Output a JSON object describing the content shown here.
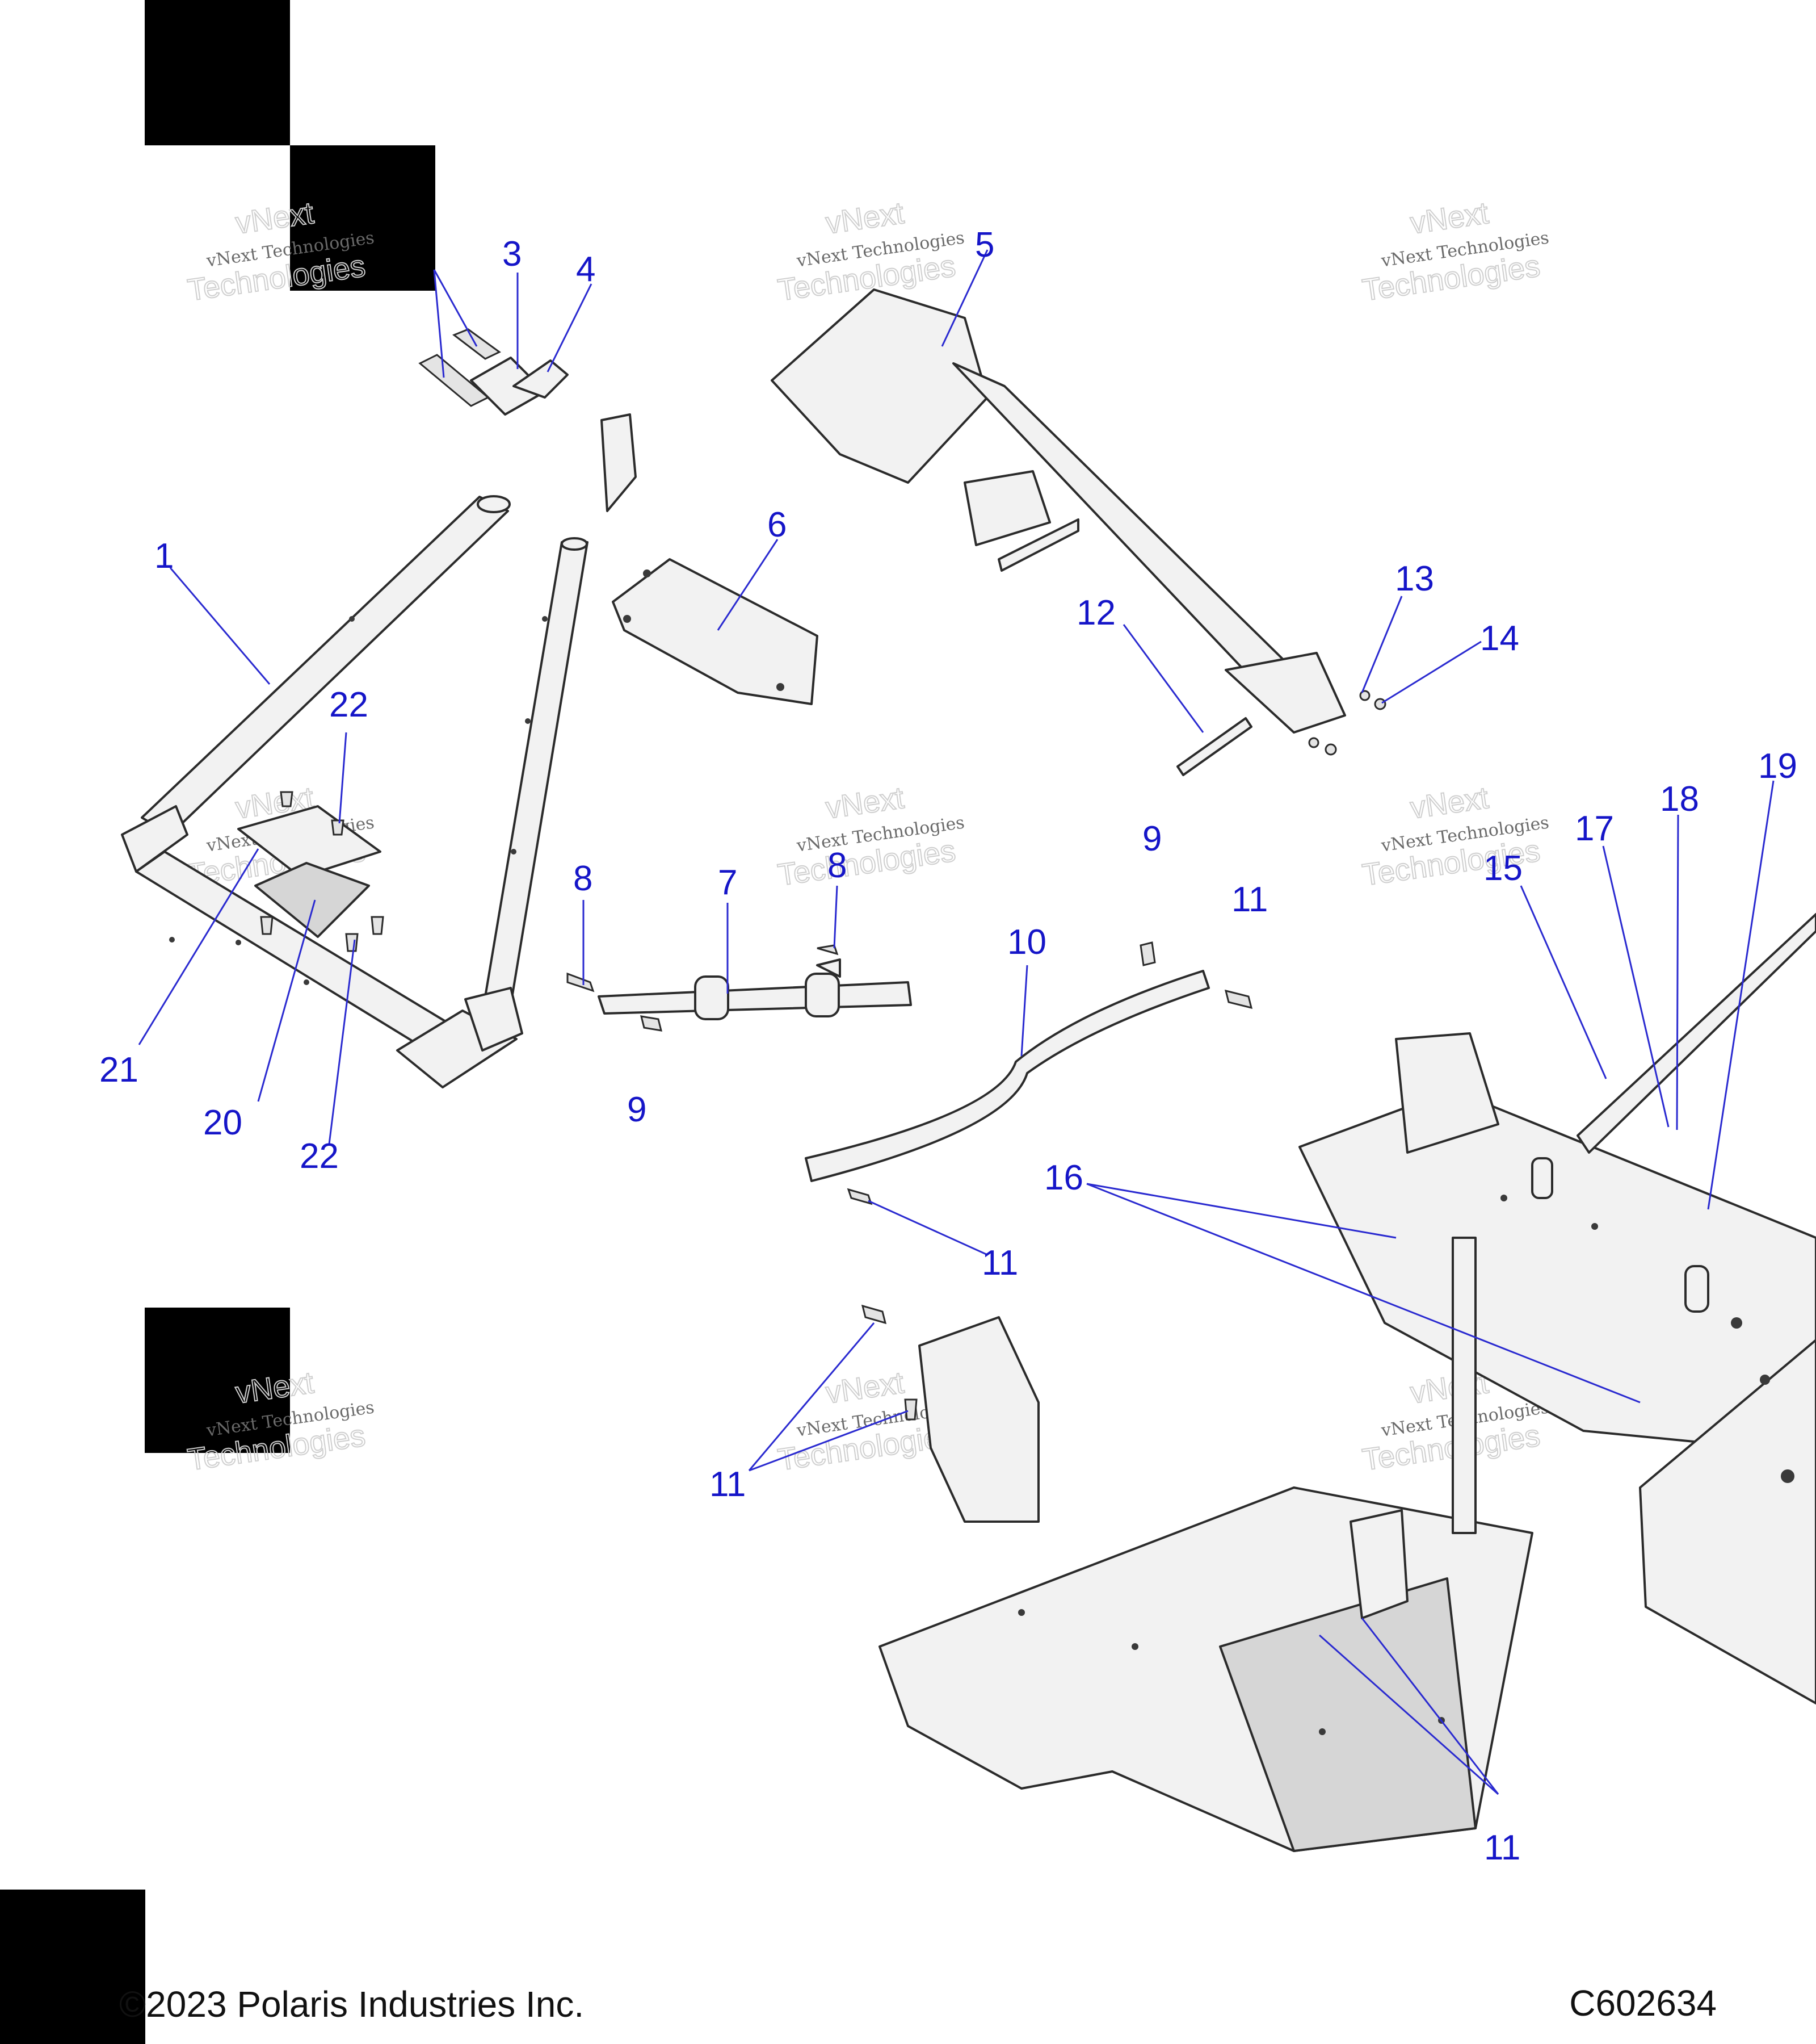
{
  "footer": {
    "copyright": "©2023 Polaris Industries Inc.",
    "diagram_code": "C602634"
  },
  "watermark": {
    "line1": "vNext Technologies",
    "line2": "vNext",
    "line3": "Technologies"
  },
  "callouts": {
    "c1": "1",
    "c3": "3",
    "c4": "4",
    "c5": "5",
    "c6": "6",
    "c7": "7",
    "c8a": "8",
    "c8b": "8",
    "c9a": "9",
    "c9b": "9",
    "c10": "10",
    "c11a": "11",
    "c11b": "11",
    "c11c": "11",
    "c11d": "11",
    "c12": "12",
    "c13": "13",
    "c14": "14",
    "c15": "15",
    "c16": "16",
    "c17": "17",
    "c18": "18",
    "c19": "19",
    "c20": "20",
    "c21": "21",
    "c22a": "22",
    "c22b": "22"
  },
  "colors": {
    "callout": "#1515c8",
    "line_art": "#2b2b2b",
    "redaction": "#000000"
  }
}
